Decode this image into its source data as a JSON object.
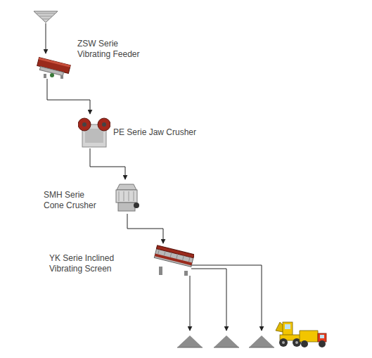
{
  "diagram": {
    "nodes": [
      {
        "text": [
          "ZSW Serie Vibrating Feeder"
        ]
      },
      {
        "text": [
          "PE Serie Jaw Crusher"
        ]
      },
      {
        "text": [
          "SMH Serie Cone Crusher"
        ]
      },
      {
        "text": [
          "YK Serie Inclined Vibrating Screen"
        ]
      }
    ],
    "edges": [
      {
        "from": 0,
        "to": 1,
        "arrow": "to"
      },
      {
        "from": 1,
        "to": 2,
        "arrow": "to"
      },
      {
        "from": 2,
        "to": 3,
        "arrow": "to"
      }
    ]
  }
}
